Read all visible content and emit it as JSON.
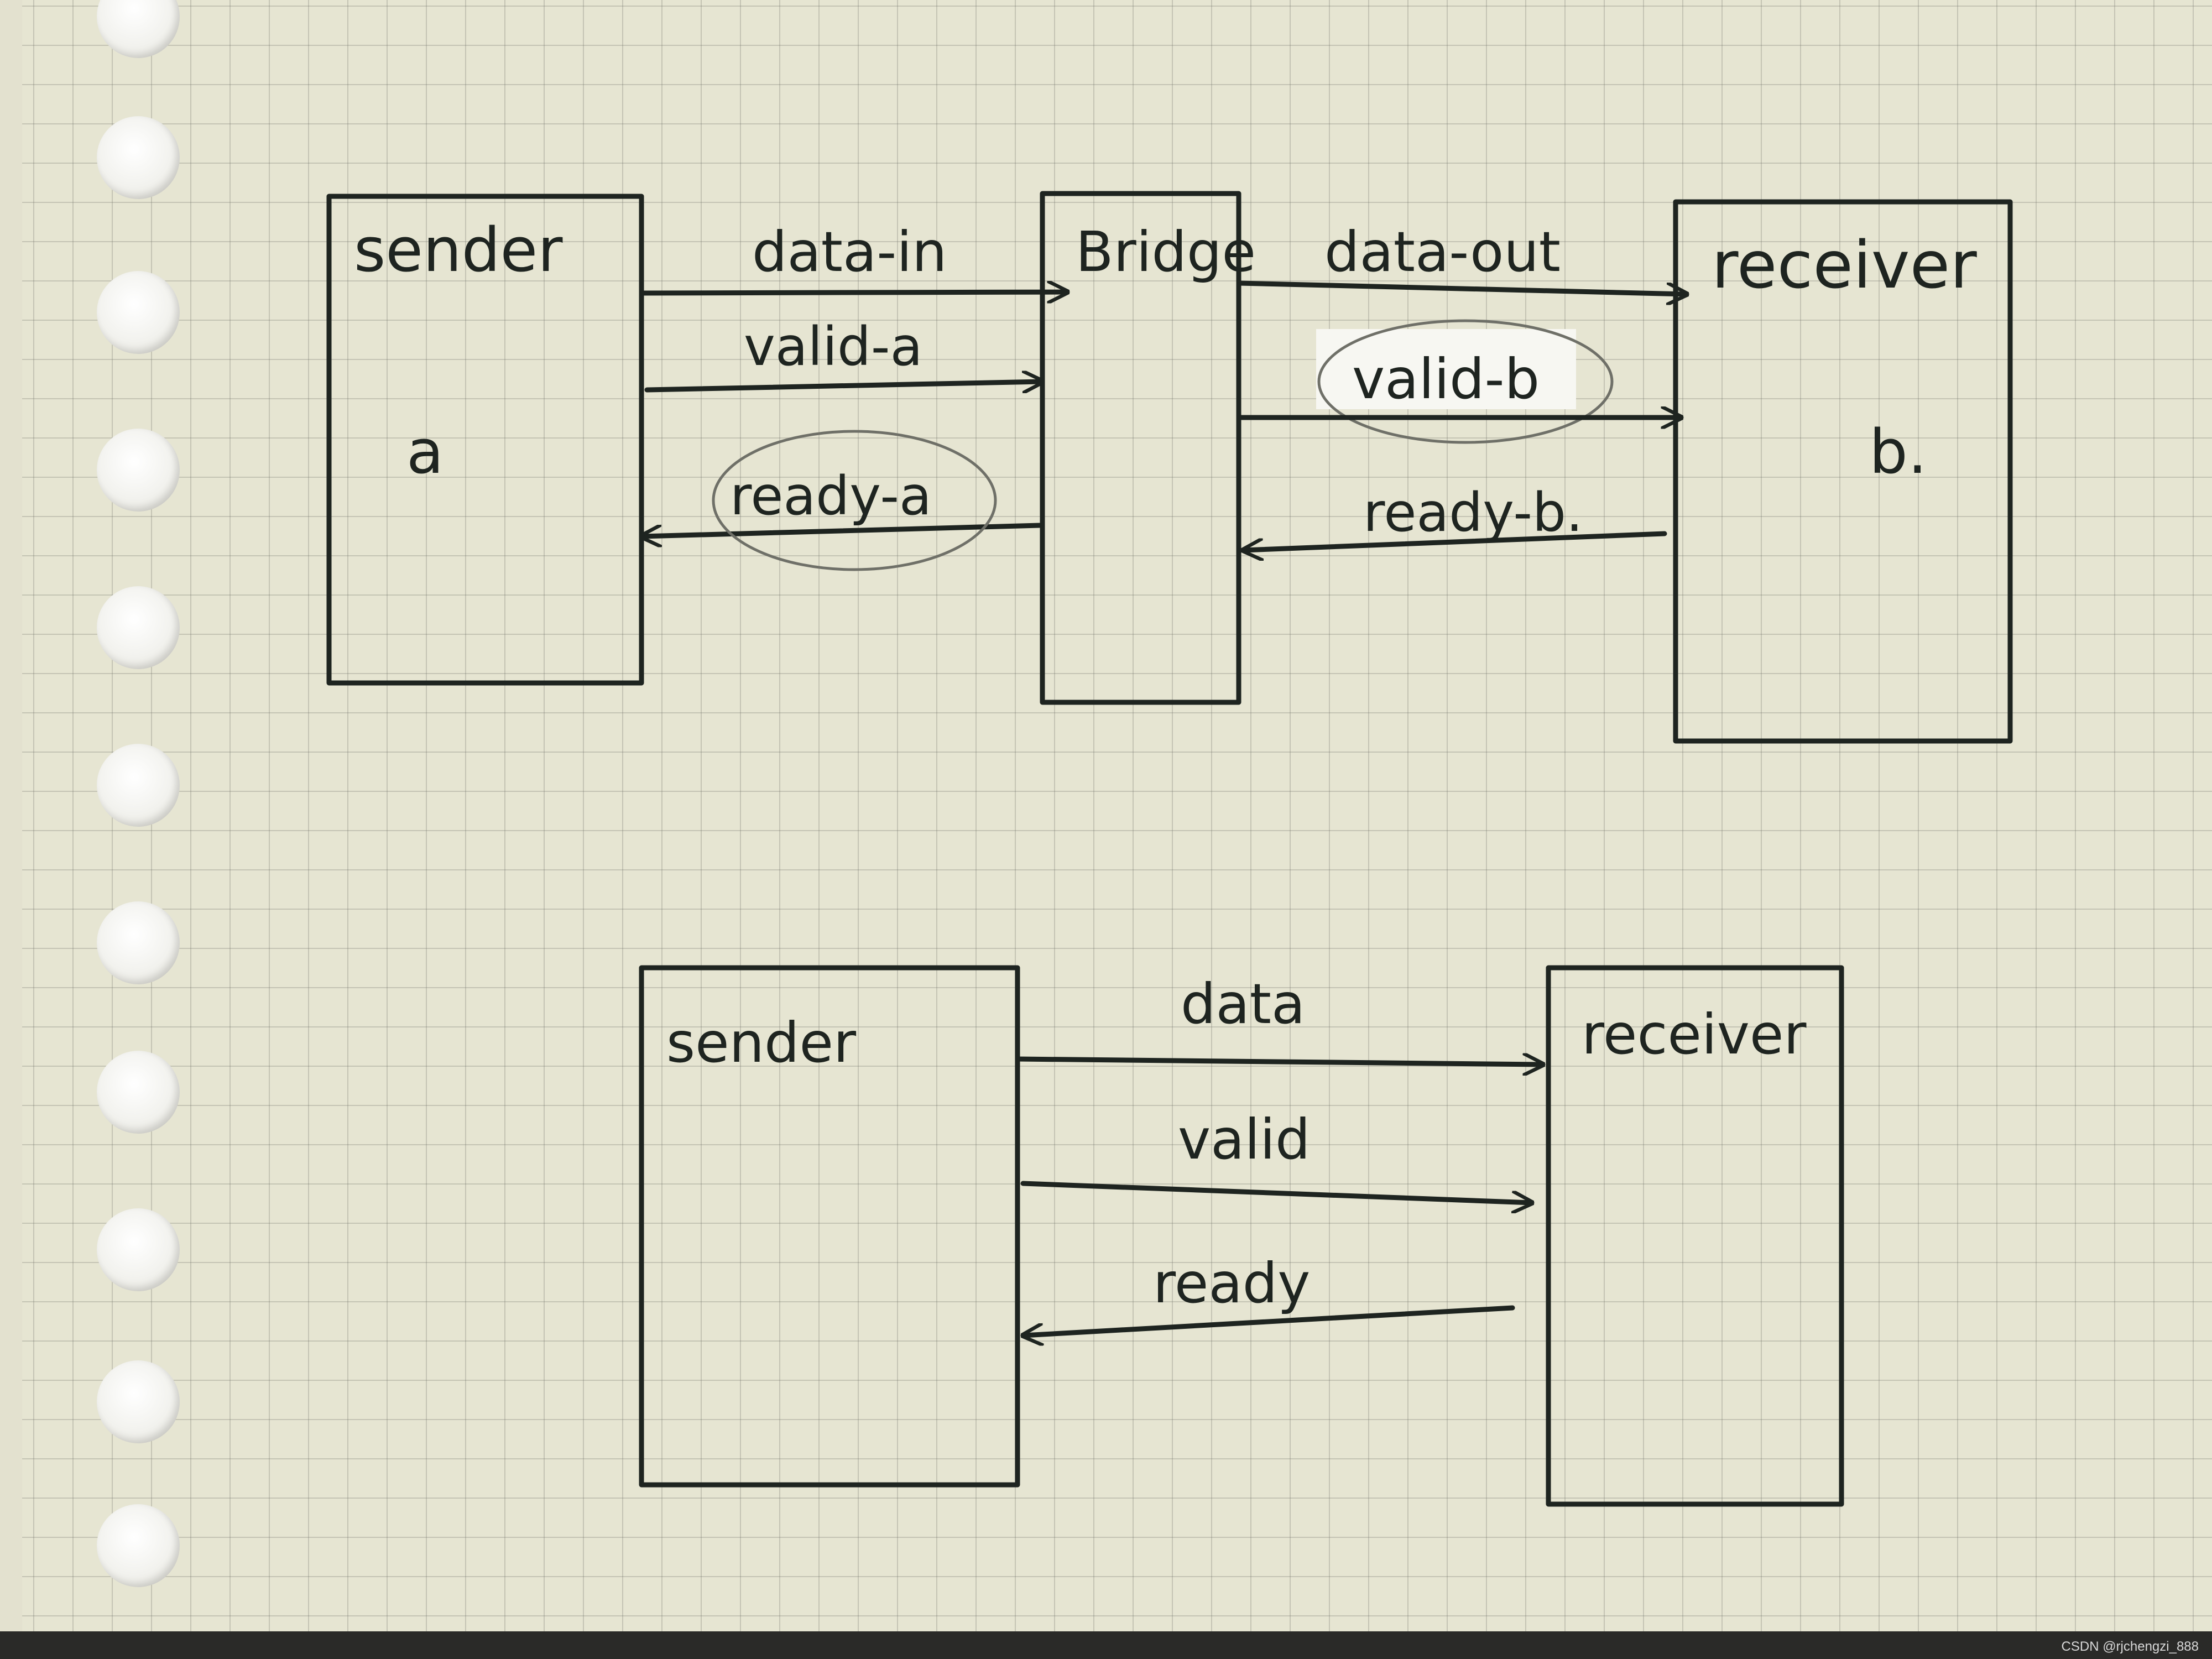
{
  "diagram_top": {
    "sender": {
      "title": "sender",
      "label": "a"
    },
    "bridge": {
      "title": "Bridge"
    },
    "receiver": {
      "title": "receiver",
      "label": "b."
    },
    "signals": {
      "data_in": "data-in",
      "valid_a": "valid-a",
      "ready_a": "ready-a",
      "data_out": "data-out",
      "valid_b": "valid-b",
      "ready_b": "ready-b."
    }
  },
  "diagram_bottom": {
    "sender": {
      "title": "sender"
    },
    "receiver": {
      "title": "receiver"
    },
    "signals": {
      "data": "data",
      "valid": "valid",
      "ready": "ready"
    }
  },
  "colors": {
    "ink": "#1e2420",
    "paper": "#e6e5d2",
    "grid": "#8a8a80",
    "pencil_circle": "#6f7068"
  },
  "watermark": "CSDN @rjchengzi_888"
}
